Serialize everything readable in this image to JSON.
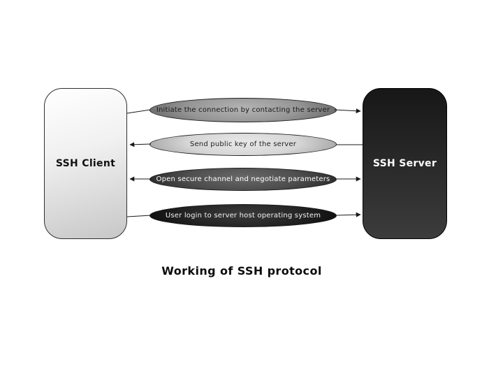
{
  "diagram": {
    "title": "Working of SSH protocol",
    "client": {
      "label": "SSH Client"
    },
    "server": {
      "label": "SSH Server"
    },
    "steps": [
      {
        "label": "Initiate the connection by contacting the server",
        "direction": "client-to-server",
        "fill": "#969696",
        "text_color": "#1a1a1a"
      },
      {
        "label": "Send public key of the server",
        "direction": "server-to-client",
        "fill": "#d6d6d6",
        "text_color": "#1f1f1f"
      },
      {
        "label": "Open secure channel and negotiate parameters",
        "direction": "bidirectional",
        "fill": "#4e4e4e",
        "text_color": "#ffffff"
      },
      {
        "label": "User login to server host operating system",
        "direction": "client-to-server",
        "fill": "#252525",
        "text_color": "#f2f2f2"
      }
    ],
    "palette": {
      "background": "#ffffff",
      "client_fill_top": "#ffffff",
      "client_fill_bottom": "#c7c7c7",
      "server_fill_top": "#171717",
      "server_fill_bottom": "#3c3c3c",
      "line_color": "#1a1a1a"
    }
  }
}
